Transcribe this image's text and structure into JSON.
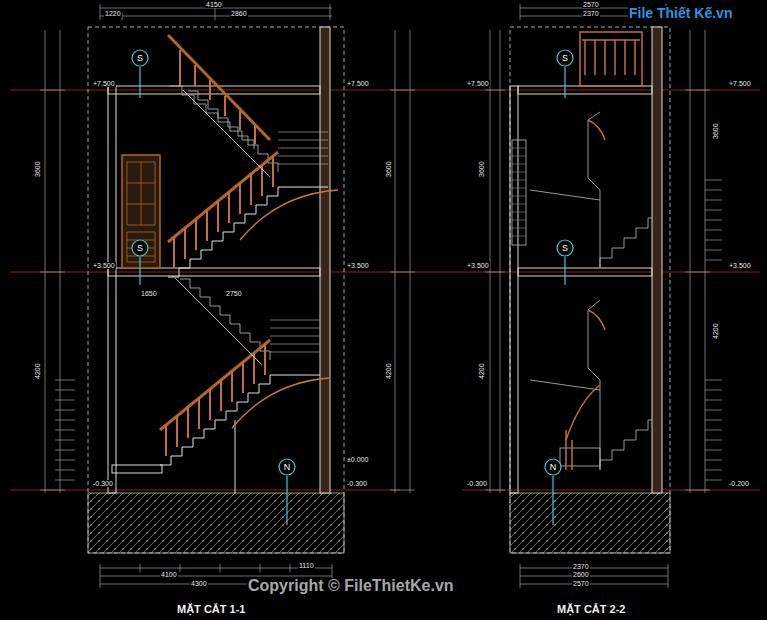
{
  "diagram": {
    "nodes": [
      {
        "text": [
          "S"
        ]
      },
      {
        "text": [
          "S"
        ]
      },
      {
        "text": [
          "N"
        ]
      },
      {
        "text": [
          "S"
        ]
      },
      {
        "text": [
          "S"
        ]
      },
      {
        "text": [
          "N"
        ]
      }
    ],
    "labels": [
      "File Thiết Kế.vn",
      "+7.500",
      "+7.500",
      "+3.500",
      "+3.500",
      "±0.000",
      "-0.300",
      "-0.300",
      "+7.500",
      "+7.500",
      "+3.500",
      "+3.500",
      "-0.300",
      "-0.200",
      "3600",
      "4200",
      "3600",
      "4200",
      "3600",
      "4200",
      "3600",
      "4200",
      "4150",
      "1220",
      "2860",
      "1650",
      "2750",
      "2570",
      "2370",
      "4100",
      "1110",
      "4300",
      "2370",
      "2600",
      "2570",
      "MẶT CẮT 1-1",
      "MẶT CẮT 2-2",
      "Copyright © FileThietKe.vn"
    ]
  }
}
